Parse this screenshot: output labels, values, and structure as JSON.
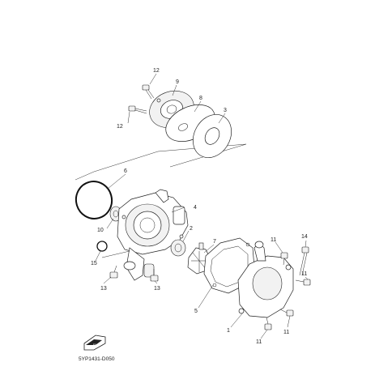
{
  "callouts": {
    "c1": "1",
    "c2": "2",
    "c3": "3",
    "c4": "4",
    "c5": "5",
    "c6": "6",
    "c7": "7",
    "c8": "8",
    "c9": "9",
    "c10": "10",
    "c11a": "11",
    "c11b": "11",
    "c11c": "11",
    "c11d": "11",
    "c12a": "12",
    "c12b": "12",
    "c13a": "13",
    "c13b": "13",
    "c14": "14",
    "c15": "15"
  },
  "diagram_code": "5YP1431-D050",
  "fwd_label": "FWD"
}
